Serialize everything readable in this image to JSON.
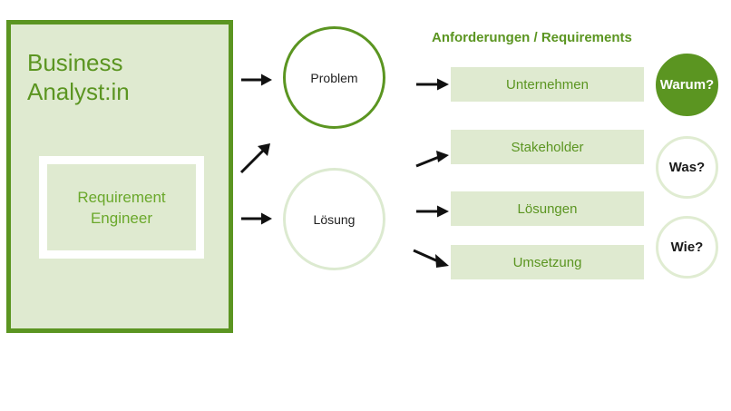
{
  "diagram": {
    "title_text": "Anforderungen / Requirements",
    "colors": {
      "dark_green": "#5b9521",
      "light_green_fill": "#dfead0",
      "light_green_outline": "#e0ecd2",
      "text_green": "#6aa82b",
      "white": "#ffffff",
      "arrow_black": "#111111"
    }
  },
  "role_panel": {
    "title": "Business\nAnalyst:in",
    "inner_box_label": "Requirement\nEngineer"
  },
  "phases": [
    {
      "id": "problem",
      "label": "Problem",
      "style": "dark-outline"
    },
    {
      "id": "loesung",
      "label": "Lösung",
      "style": "light-outline"
    }
  ],
  "requirements": {
    "heading": "Anforderungen / Requirements",
    "bars": [
      {
        "label": "Unternehmen"
      },
      {
        "label": "Stakeholder"
      },
      {
        "label": "Lösungen"
      },
      {
        "label": "Umsetzung"
      }
    ]
  },
  "questions": [
    {
      "label": "Warum?",
      "style": "filled"
    },
    {
      "label": "Was?",
      "style": "outlined"
    },
    {
      "label": "Wie?",
      "style": "outlined"
    }
  ],
  "arrows": [
    {
      "id": "role-to-problem",
      "direction": "right"
    },
    {
      "id": "role-to-loesung-diagonal",
      "direction": "up-right"
    },
    {
      "id": "role-to-loesung",
      "direction": "right"
    },
    {
      "id": "problem-to-unternehmen",
      "direction": "right"
    },
    {
      "id": "problem-to-stakeholder",
      "direction": "up-right"
    },
    {
      "id": "loesung-to-loesungen",
      "direction": "right"
    },
    {
      "id": "loesung-to-umsetzung",
      "direction": "down-right"
    }
  ]
}
